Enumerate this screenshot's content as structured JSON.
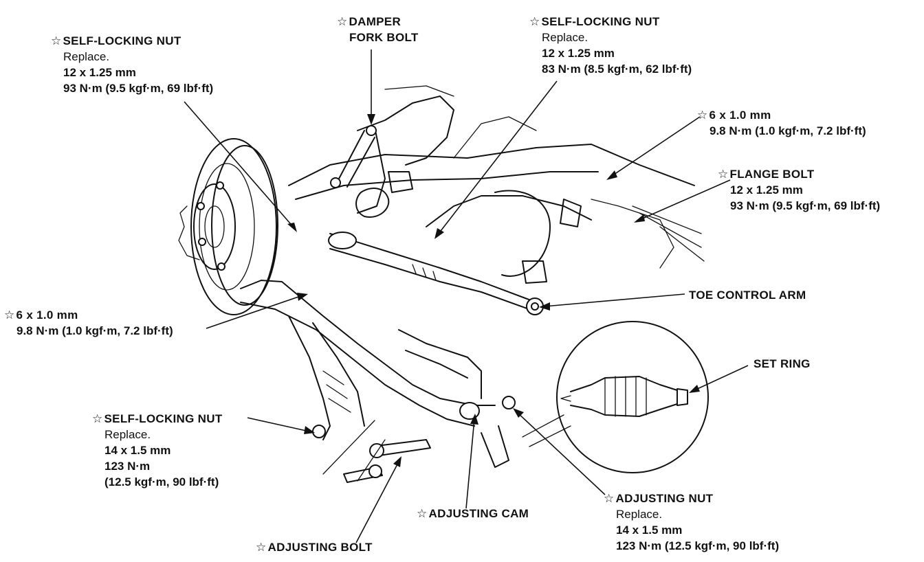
{
  "labels": {
    "self_locking_nut_upper_left": {
      "heading": "SELF-LOCKING NUT",
      "lines": [
        "Replace.",
        "12 x 1.25 mm",
        "93 N·m (9.5 kgf·m, 69 lbf·ft)"
      ]
    },
    "damper_fork_bolt": {
      "heading": "DAMPER",
      "heading2": "FORK BOLT"
    },
    "self_locking_nut_upper_middle": {
      "heading": "SELF-LOCKING NUT",
      "lines": [
        "Replace.",
        "12 x 1.25 mm",
        "83 N·m (8.5 kgf·m, 62 lbf·ft)"
      ]
    },
    "bolt_6mm_upper_right": {
      "heading": "6 x 1.0 mm",
      "lines": [
        "9.8 N·m (1.0 kgf·m, 7.2 lbf·ft)"
      ]
    },
    "flange_bolt": {
      "heading": "FLANGE BOLT",
      "lines": [
        "12 x 1.25 mm",
        "93 N·m (9.5 kgf·m, 69 lbf·ft)"
      ]
    },
    "toe_control_arm": {
      "heading": "TOE CONTROL ARM"
    },
    "bolt_6mm_left": {
      "heading": "6 x 1.0 mm",
      "lines": [
        "9.8 N·m (1.0 kgf·m, 7.2 lbf·ft)"
      ]
    },
    "set_ring": {
      "heading": "SET RING"
    },
    "self_locking_nut_lower_left": {
      "heading": "SELF-LOCKING NUT",
      "lines": [
        "Replace.",
        "14 x 1.5 mm",
        "123 N·m",
        "(12.5 kgf·m, 90 lbf·ft)"
      ]
    },
    "adjusting_cam": {
      "heading": "ADJUSTING CAM"
    },
    "adjusting_nut": {
      "heading": "ADJUSTING NUT",
      "lines": [
        "Replace.",
        "14 x 1.5 mm",
        "123 N·m (12.5 kgf·m, 90 lbf·ft)"
      ]
    },
    "adjusting_bolt": {
      "heading": "ADJUSTING BOLT"
    }
  },
  "star_symbol": "☆"
}
